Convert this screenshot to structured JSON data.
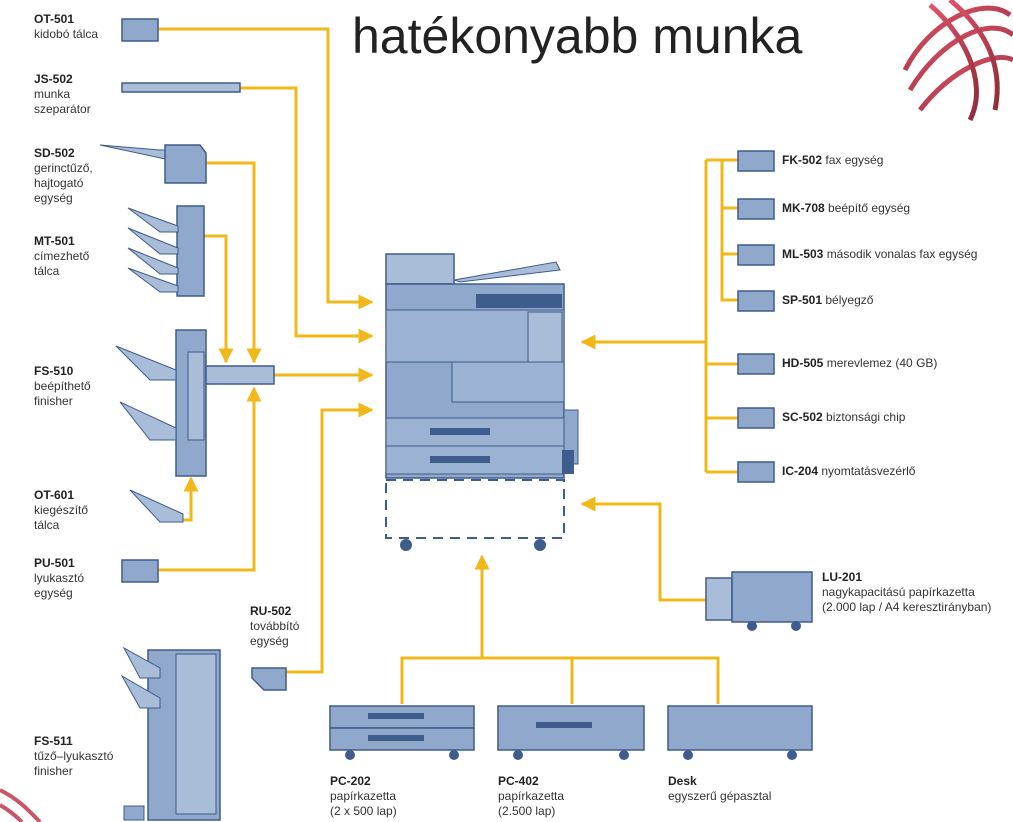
{
  "title": "hatékonyabb munka",
  "colors": {
    "line": "#F0B819",
    "device": "#8FA8CC",
    "device_dark": "#3E5C8C",
    "device_light": "#C9D6E8",
    "accent_red": "#B0102A"
  },
  "left_items": [
    {
      "code": "OT-501",
      "desc": [
        "kidobó tálca"
      ]
    },
    {
      "code": "JS-502",
      "desc": [
        "munka",
        "szeparátor"
      ]
    },
    {
      "code": "SD-502",
      "desc": [
        "gerinctűző,",
        "hajtogató",
        "egység"
      ]
    },
    {
      "code": "MT-501",
      "desc": [
        "címezhető",
        "tálca"
      ]
    },
    {
      "code": "FS-510",
      "desc": [
        "beépíthető",
        "finisher"
      ]
    },
    {
      "code": "OT-601",
      "desc": [
        "kiegészítő",
        "tálca"
      ]
    },
    {
      "code": "PU-501",
      "desc": [
        "lyukasztó",
        "egység"
      ]
    },
    {
      "code": "FS-511",
      "desc": [
        "tűző–lyukasztó",
        "finisher"
      ]
    }
  ],
  "ru502": {
    "code": "RU-502",
    "desc": [
      "továbbító",
      "egység"
    ]
  },
  "right_items": [
    {
      "code": "FK-502",
      "desc": "fax egység"
    },
    {
      "code": "MK-708",
      "desc": "beépítő egység"
    },
    {
      "code": "ML-503",
      "desc": "második vonalas fax egység"
    },
    {
      "code": "SP-501",
      "desc": "bélyegző"
    },
    {
      "code": "HD-505",
      "desc": "merevlemez (40 GB)"
    },
    {
      "code": "SC-502",
      "desc": "biztonsági chip"
    },
    {
      "code": "IC-204",
      "desc": "nyomtatásvezérlő"
    }
  ],
  "lu201": {
    "code": "LU-201",
    "desc": [
      "nagykapacitású papírkazetta",
      "(2.000 lap / A4 keresztirányban)"
    ]
  },
  "bottom_items": [
    {
      "code": "PC-202",
      "desc": [
        "papírkazetta",
        "(2 x 500 lap)"
      ]
    },
    {
      "code": "PC-402",
      "desc": [
        "papírkazetta",
        "(2.500 lap)"
      ]
    },
    {
      "code": "Desk",
      "desc": [
        "egyszerű gépasztal"
      ]
    }
  ]
}
